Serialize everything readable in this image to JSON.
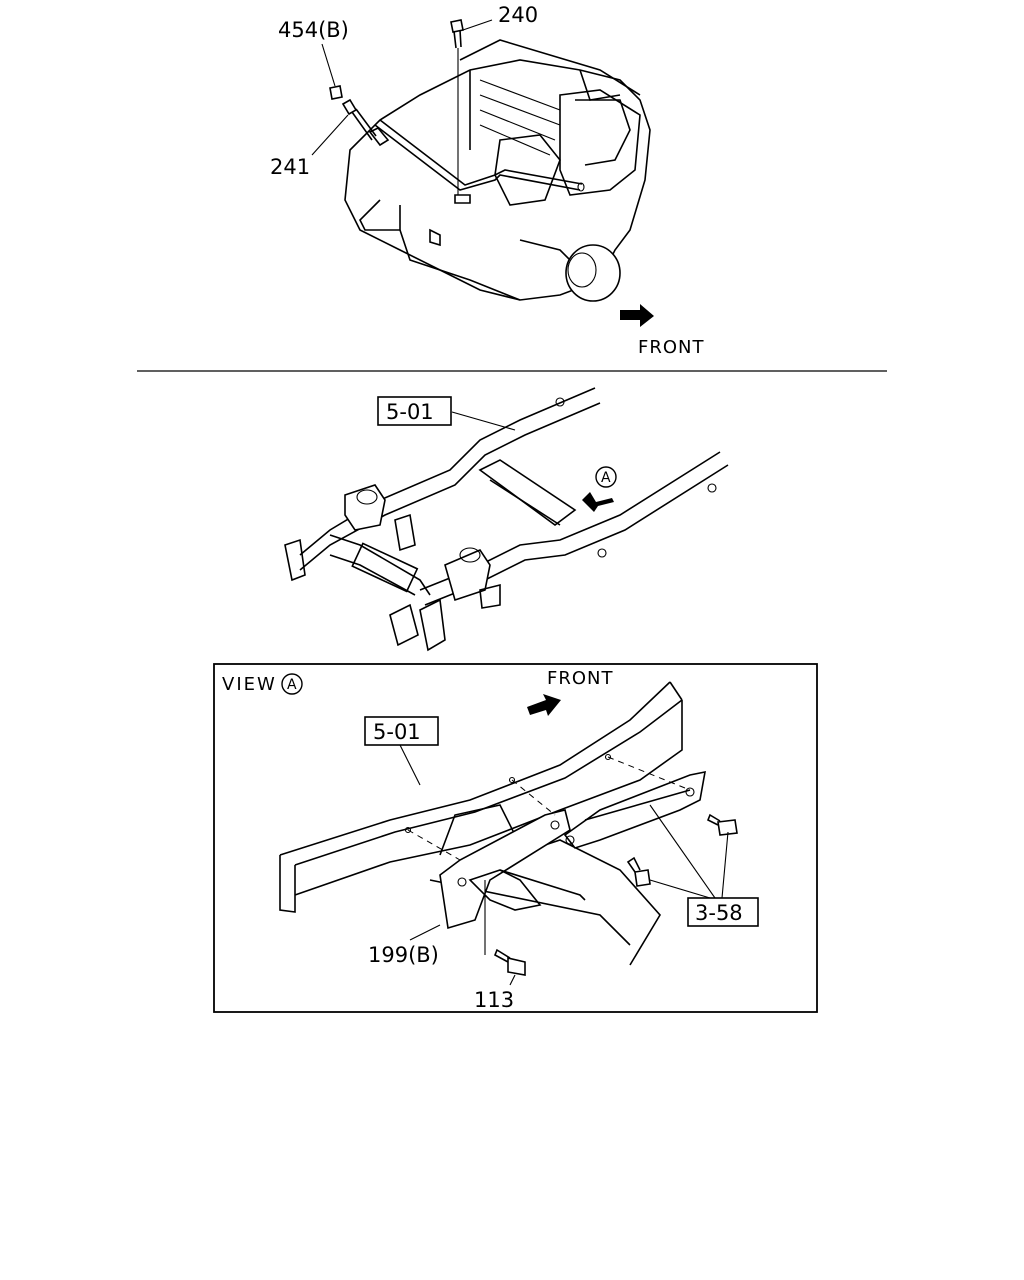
{
  "top_section": {
    "callouts": {
      "c454": "454(B)",
      "c240": "240",
      "c241": "241"
    },
    "front_label": "FRONT"
  },
  "frame_section": {
    "ref_box": "5-01",
    "view_marker": "A"
  },
  "view_section": {
    "title": "VIEW",
    "title_marker": "A",
    "front_label": "FRONT",
    "ref_box_frame": "5-01",
    "ref_box_bolts": "3-58",
    "callouts": {
      "c199": "199(B)",
      "c113": "113"
    }
  }
}
